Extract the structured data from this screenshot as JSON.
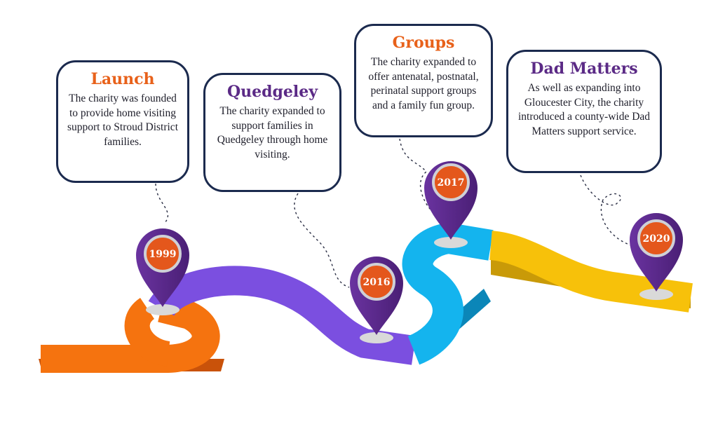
{
  "milestones": [
    {
      "year": "1999",
      "title": "Launch",
      "title_color": "#e8611a",
      "text": "The charity was founded to provide home visiting support to Stroud District families."
    },
    {
      "year": "2016",
      "title": "Quedgeley",
      "title_color": "#5b2a86",
      "text": "The charity expanded to support families in Quedgeley through home visiting."
    },
    {
      "year": "2017",
      "title": "Groups",
      "title_color": "#e8611a",
      "text": "The charity expanded to offer antenatal, postnatal, perinatal support groups and a family fun group."
    },
    {
      "year": "2020",
      "title": "Dad Matters",
      "title_color": "#5b2a86",
      "text": "As well as expanding into Gloucester City, the charity introduced a county-wide Dad Matters support service."
    }
  ],
  "colors": {
    "road_orange": "#f5730f",
    "road_purple": "#7b4fe0",
    "road_blue": "#14b4ee",
    "road_yellow": "#f7c10a",
    "pin_purple": "#5b2b8a",
    "pin_center": "#e4571c",
    "card_border": "#1b2a4e"
  }
}
